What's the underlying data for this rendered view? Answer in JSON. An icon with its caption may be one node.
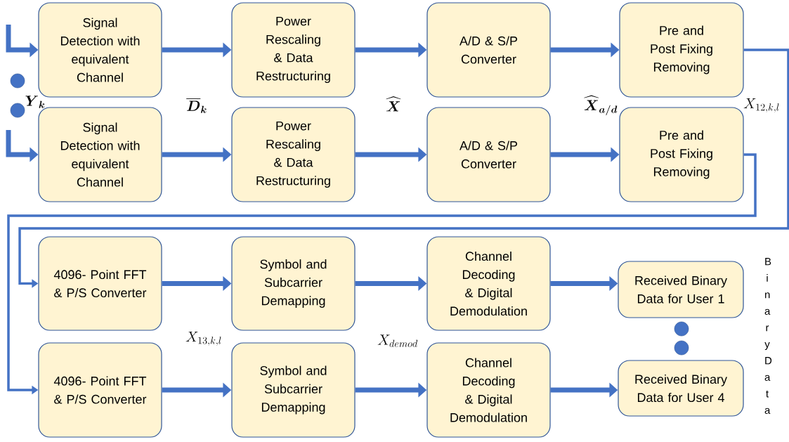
{
  "diagram": {
    "nodes": [
      {
        "text": [
          "Signal Detection with equivalent Channel"
        ]
      },
      {
        "text": [
          "Power Rescaling & Data Restructuring"
        ]
      },
      {
        "text": [
          "A/D & S/P Converter"
        ]
      },
      {
        "text": [
          "Pre and Post Fixing Removing"
        ]
      },
      {
        "text": [
          "Signal Detection with equivalent Channel"
        ]
      },
      {
        "text": [
          "Power Rescaling & Data Restructuring"
        ]
      },
      {
        "text": [
          "A/D & S/P Converter"
        ]
      },
      {
        "text": [
          "Pre and Post Fixing Removing"
        ]
      },
      {
        "text": [
          "4096- Point FFT & P/S Converter"
        ]
      },
      {
        "text": [
          "Symbol and Subcarrier Demapping"
        ]
      },
      {
        "text": [
          "Channel Decoding & Digital Demodulation"
        ]
      },
      {
        "text": [
          "Received Binary Data for User 1"
        ]
      },
      {
        "text": [
          "4096- Point FFT & P/S Converter"
        ]
      },
      {
        "text": [
          "Symbol and Subcarrier Demapping"
        ]
      },
      {
        "text": [
          "Channel Decoding & Digital Demodulation"
        ]
      },
      {
        "text": [
          "Received Binary Data for User 4"
        ]
      }
    ],
    "edges": [
      {
        "from": null,
        "to": 0,
        "arrow": "to"
      },
      {
        "from": 0,
        "to": 1,
        "arrow": "to"
      },
      {
        "from": 1,
        "to": 2,
        "arrow": "to"
      },
      {
        "from": 2,
        "to": 3,
        "arrow": "to"
      },
      {
        "from": null,
        "to": 4,
        "arrow": "to"
      },
      {
        "from": 4,
        "to": 5,
        "arrow": "to"
      },
      {
        "from": 5,
        "to": 6,
        "arrow": "to"
      },
      {
        "from": 6,
        "to": 7,
        "arrow": "to"
      },
      {
        "from": 3,
        "to": 8,
        "arrow": "to"
      },
      {
        "from": 7,
        "to": 12,
        "arrow": "to"
      },
      {
        "from": 8,
        "to": 9,
        "arrow": "to"
      },
      {
        "from": 9,
        "to": 10,
        "arrow": "to"
      },
      {
        "from": 10,
        "to": 11,
        "arrow": "to"
      },
      {
        "from": 12,
        "to": 13,
        "arrow": "to"
      },
      {
        "from": 13,
        "to": 14,
        "arrow": "to"
      },
      {
        "from": 14,
        "to": 15,
        "arrow": "to"
      }
    ],
    "labels": [
      "\\boldsymbol{Y}_{\\boldsymbol{k}}",
      "\\overline{\\boldsymbol{D}}_{\\boldsymbol{k}}",
      "\\widehat{\\boldsymbol{X}}",
      "\\widehat{\\boldsymbol{X}}_{\\boldsymbol{a/d}}",
      "X_{12,k,l}",
      "Binary Data",
      "X_{13,k,l}",
      "X_{demod}"
    ]
  }
}
